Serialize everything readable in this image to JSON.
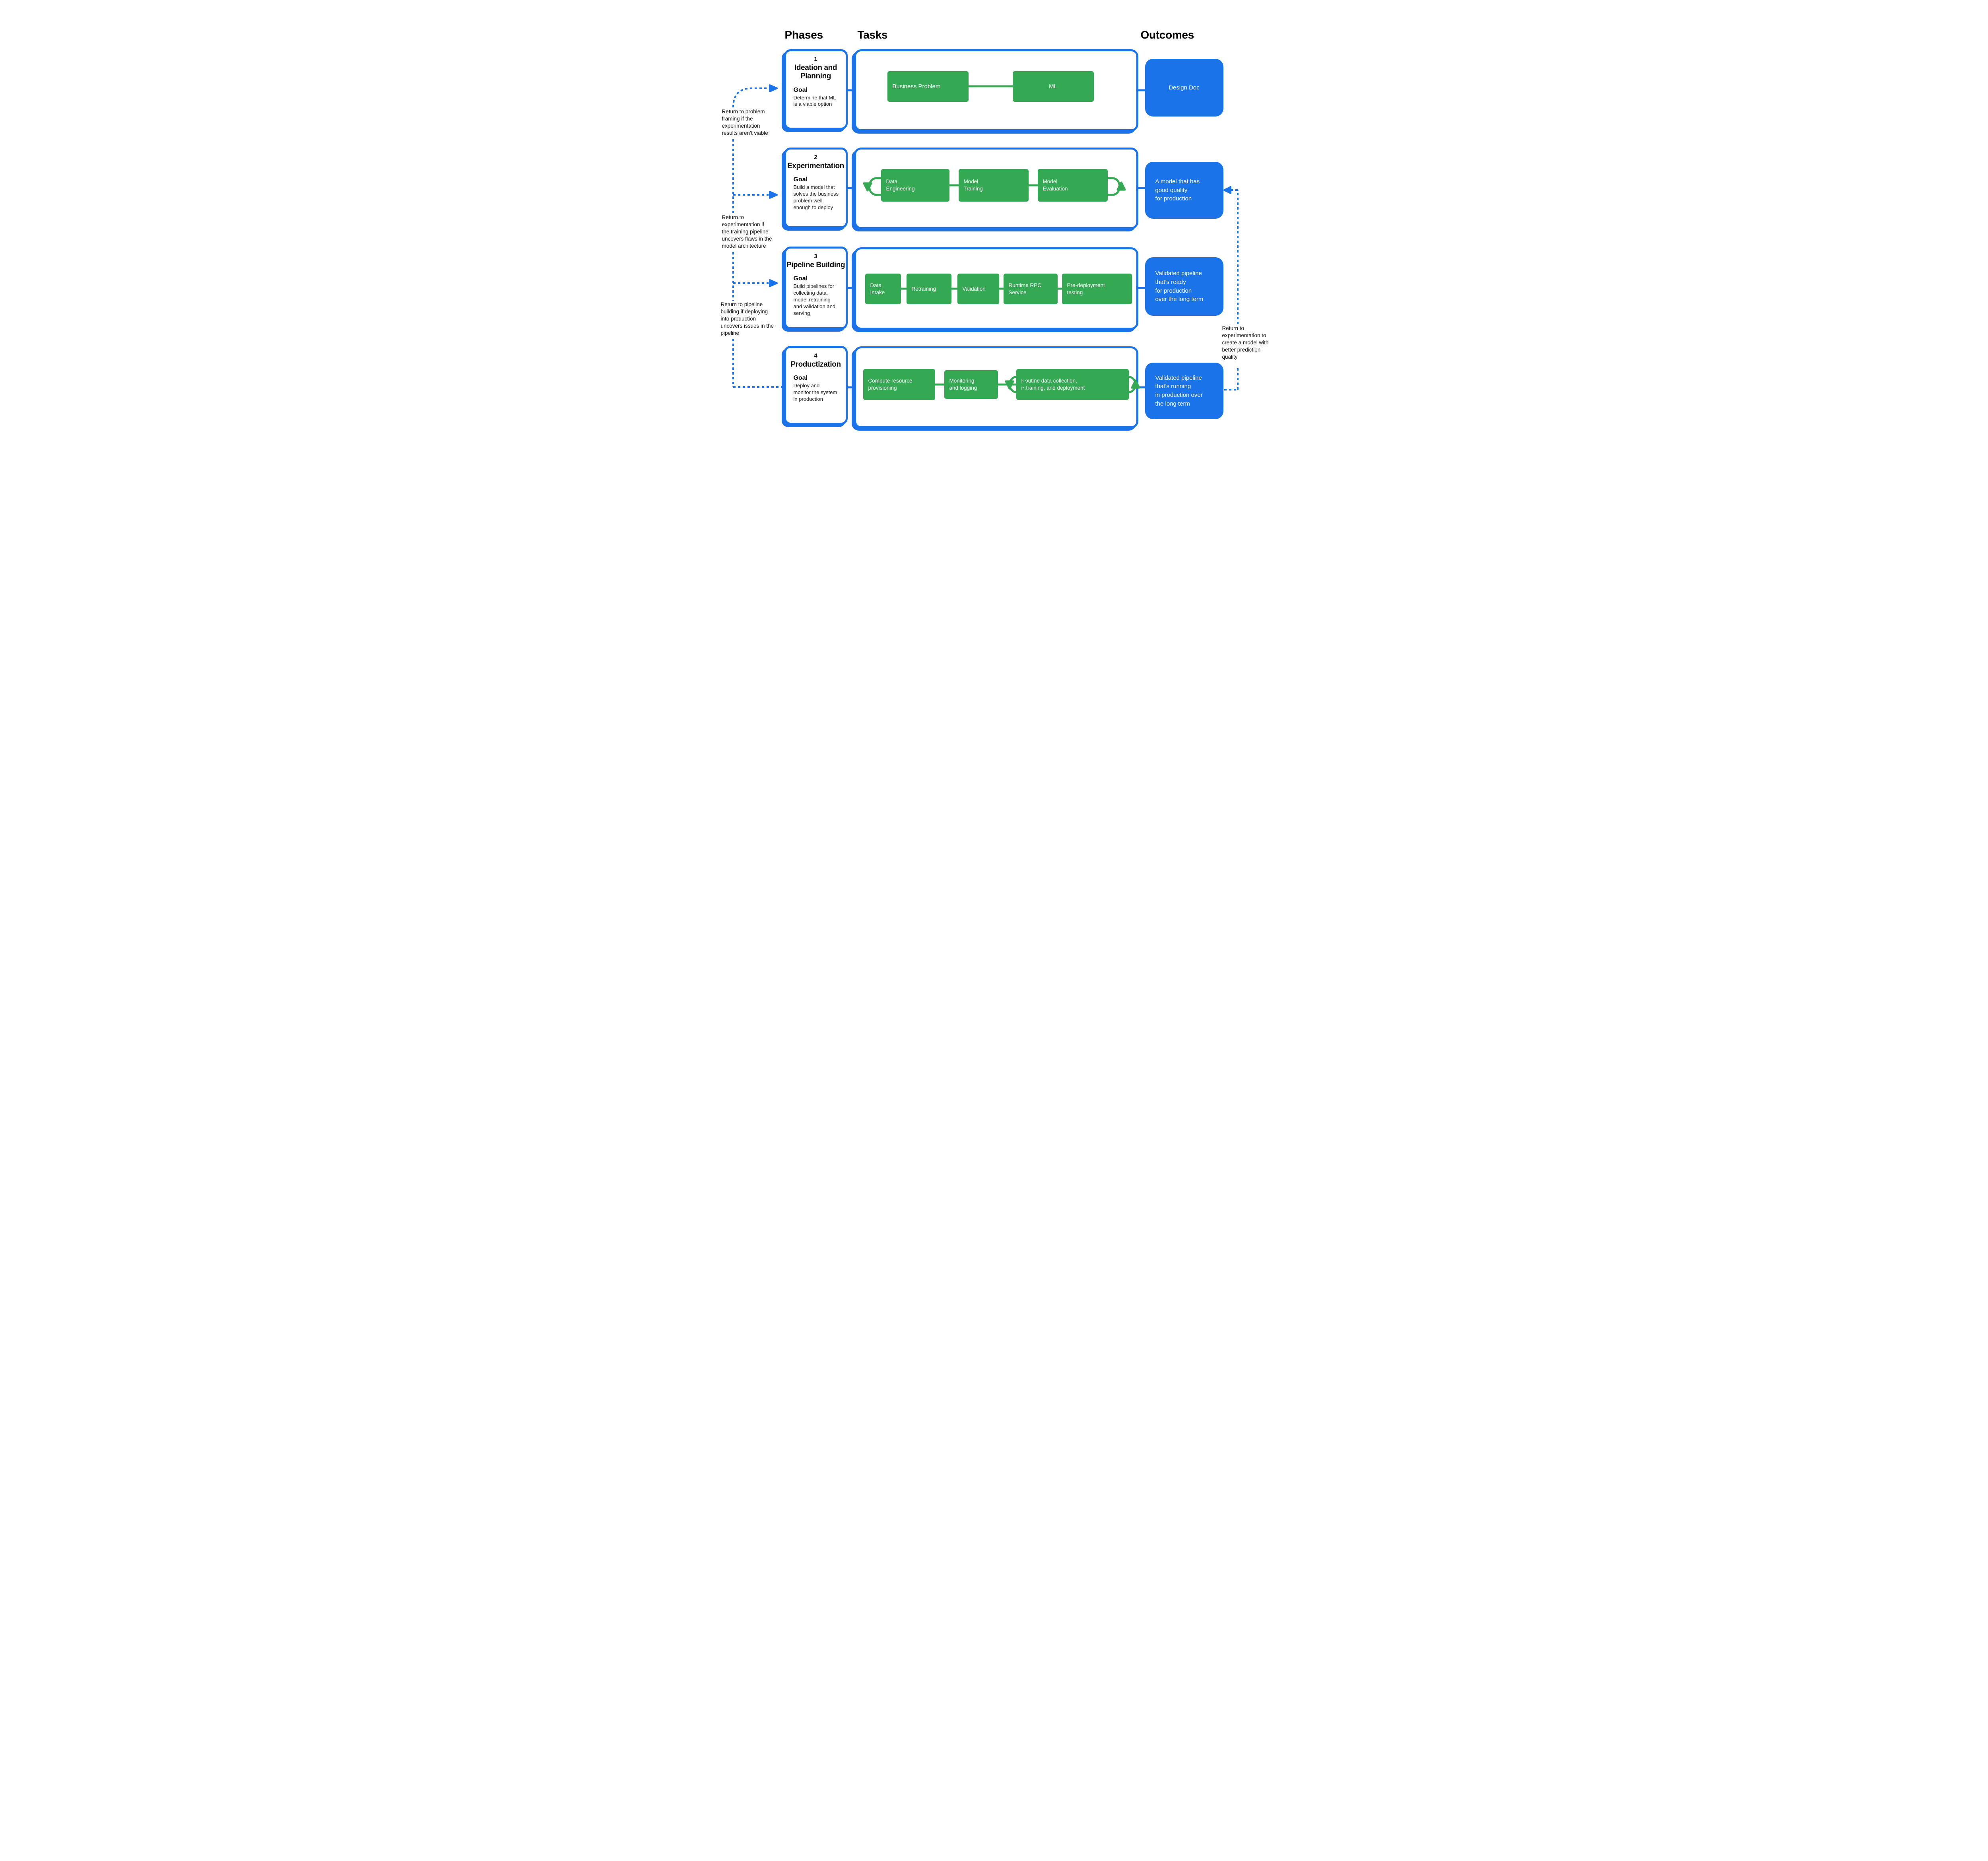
{
  "headers": {
    "phases": "Phases",
    "tasks": "Tasks",
    "outcomes": "Outcomes"
  },
  "colors": {
    "accent_blue": "#1A73E8",
    "accent_green": "#34A853",
    "text_black": "#111111",
    "card_text_white": "#ffffff"
  },
  "phases": [
    {
      "number": "1",
      "title": "Ideation and\nPlanning",
      "goal_label": "Goal",
      "goal": "Determine that ML\nis a viable option"
    },
    {
      "number": "2",
      "title": "Experimentation",
      "goal_label": "Goal",
      "goal": "Build a model that\nsolves the business\nproblem well\nenough to deploy"
    },
    {
      "number": "3",
      "title": "Pipeline Building",
      "goal_label": "Goal",
      "goal": "Build pipelines for\ncollecting data,\nmodel retraining\nand validation and\nserving"
    },
    {
      "number": "4",
      "title": "Productization",
      "goal_label": "Goal",
      "goal": "Deploy and\nmonitor the system\nin production"
    }
  ],
  "task_rows": [
    {
      "tasks": [
        "Business Problem",
        "ML"
      ]
    },
    {
      "tasks": [
        "Data\nEngineering",
        "Model\nTraining",
        "Model\nEvaluation"
      ]
    },
    {
      "tasks": [
        "Data\nIntake",
        "Retraining",
        "Validation",
        "Runtime RPC\nService",
        "Pre-deployment\ntesting"
      ]
    },
    {
      "tasks": [
        "Compute resource\nprovisioning",
        "Monitoring\nand logging",
        "Routine data collection,\nretraining, and deployment"
      ]
    }
  ],
  "outcomes": [
    "Design Doc",
    "A model that has\ngood quality\nfor production",
    "Validated pipeline\nthat’s ready\nfor production\nover the long term",
    "Validated pipeline\nthat’s running\nin production over\nthe long term"
  ],
  "annotations": {
    "left": [
      "Return to problem\nframing if the\nexperimentation\nresults aren’t viable",
      "Return to\nexperimentation if\nthe training pipeline\nuncovers flaws in the\nmodel architecture",
      "Return to pipeline\nbuilding if deploying\ninto production\nuncovers issues in the\npipeline"
    ],
    "right": "Return to\nexperimentation to\ncreate a model with\nbetter prediction\nquality"
  }
}
